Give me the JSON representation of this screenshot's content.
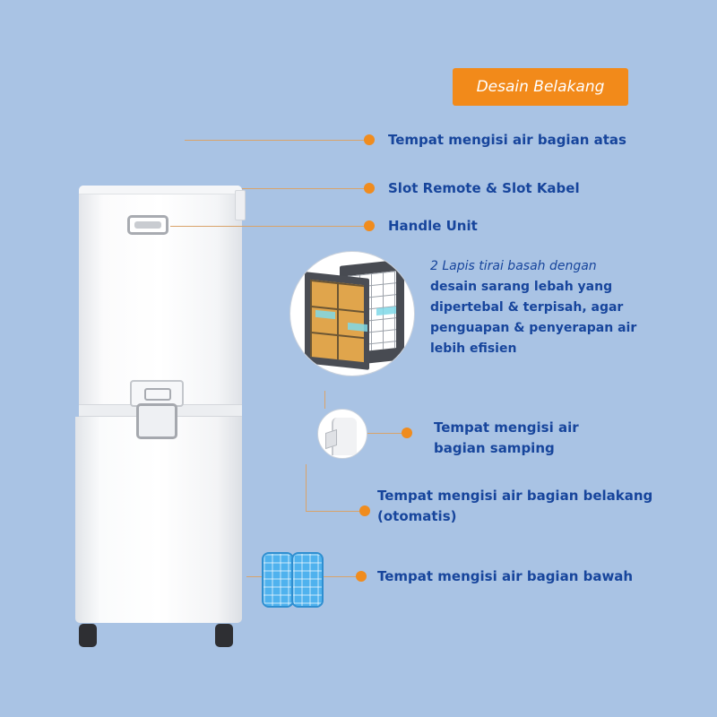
{
  "title": "Desain Belakang",
  "features": {
    "top_fill": "Tempat mengisi air bagian atas",
    "remote_slot": "Slot Remote & Slot Kabel",
    "handle": "Handle Unit",
    "filter": {
      "line1": "2 Lapis tirai basah dengan",
      "line2": "desain sarang lebah yang",
      "line3": "dipertebal & terpisah, agar",
      "line4": "penguapan & penyerapan air",
      "line5": "lebih efisien"
    },
    "side_fill": {
      "line1": "Tempat mengisi air",
      "line2": "bagian samping"
    },
    "back_fill": {
      "line1": "Tempat mengisi air bagian belakang",
      "line2": "(otomatis)"
    },
    "bottom_fill": "Tempat mengisi air bagian bawah"
  },
  "colors": {
    "background": "#a9c3e4",
    "accent": "#f28a1a",
    "text": "#17459c"
  }
}
